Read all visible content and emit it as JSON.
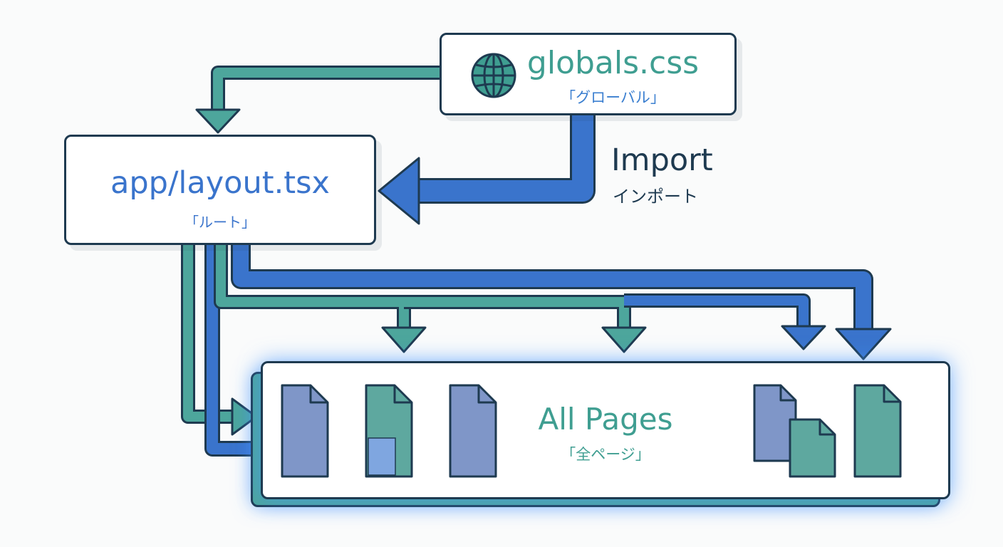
{
  "nodes": {
    "globals": {
      "title": "globals.css",
      "subtitle": "「グローバル」"
    },
    "layout": {
      "title": "app/layout.tsx",
      "subtitle": "「ルート」"
    },
    "pages": {
      "title": "All Pages",
      "subtitle": "「全ページ」"
    }
  },
  "edge_label": {
    "title": "Import",
    "subtitle": "インポート"
  },
  "colors": {
    "teal": "#4da69c",
    "blue": "#3a74cc",
    "outline": "#1e3a50",
    "page_blue": "#7f96c8",
    "page_teal": "#5ea89f"
  },
  "icons": {
    "globals": "globe-icon",
    "pages": [
      "document-icon",
      "document-icon",
      "document-icon",
      "stacked-documents-icon",
      "document-icon"
    ]
  }
}
